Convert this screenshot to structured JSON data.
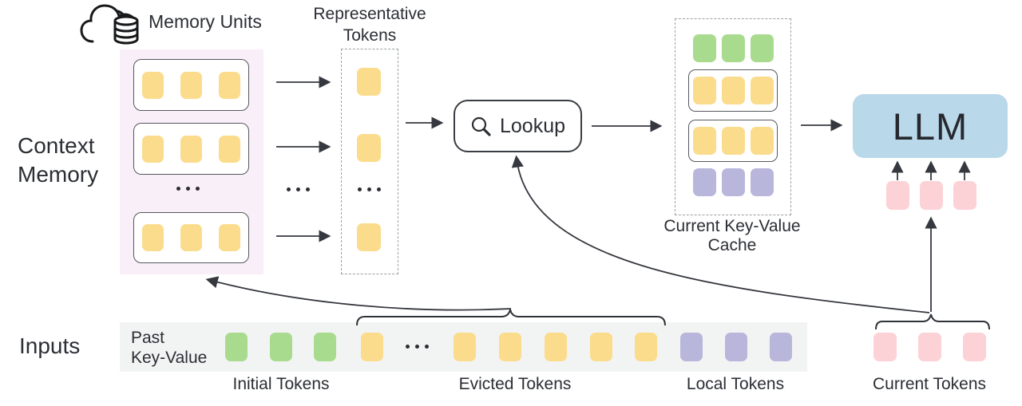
{
  "title_area": {
    "memory_units": "Memory Units",
    "representative_line1": "Representative",
    "representative_line2": "Tokens"
  },
  "context_memory": {
    "label_line1": "Context",
    "label_line2": "Memory",
    "unit_rows": 3,
    "tokens_per_unit": 3,
    "token_color": "#fbdc8c",
    "panel_bg": "#f9eff8"
  },
  "lookup": {
    "label": "Lookup"
  },
  "cache": {
    "label_line1": "Current Key-Value",
    "label_line2": "Cache",
    "rows": [
      {
        "type": "initial-tokens",
        "color": "#a9db8f",
        "count": 3,
        "boxed": false
      },
      {
        "type": "retrieved-memory-unit",
        "color": "#fbdc8c",
        "count": 3,
        "boxed": true
      },
      {
        "type": "retrieved-memory-unit",
        "color": "#fbdc8c",
        "count": 3,
        "boxed": true
      },
      {
        "type": "local-tokens",
        "color": "#b9b6dc",
        "count": 3,
        "boxed": false
      }
    ]
  },
  "llm": {
    "label": "LLM",
    "bg": "#b9d8e9"
  },
  "current_tokens_under_llm": {
    "count": 3,
    "color": "#fcd2d6"
  },
  "inputs": {
    "section_label": "Inputs",
    "past_kv_line1": "Past",
    "past_kv_line2": "Key-Value",
    "strip_bg": "#f2f4f3",
    "groups": [
      {
        "label": "Initial Tokens",
        "color": "#a9db8f",
        "count": 3
      },
      {
        "label": "Evicted Tokens",
        "color": "#fbdc8c",
        "count": 6
      },
      {
        "label": "Local Tokens",
        "color": "#b9b6dc",
        "count": 3
      },
      {
        "label": "Current Tokens",
        "color": "#fcd2d6",
        "count": 3
      }
    ]
  },
  "icons": {
    "memory_units_icon": "cloud-database",
    "lookup_icon": "magnifier",
    "ellipsis": "..."
  },
  "colors": {
    "token_yellow": "#fbdc8c",
    "token_green": "#a9db8f",
    "token_purple": "#b9b6dc",
    "token_pink": "#fcd2d6",
    "llm_blue": "#b9d8e9",
    "line_dark": "#35383f"
  }
}
